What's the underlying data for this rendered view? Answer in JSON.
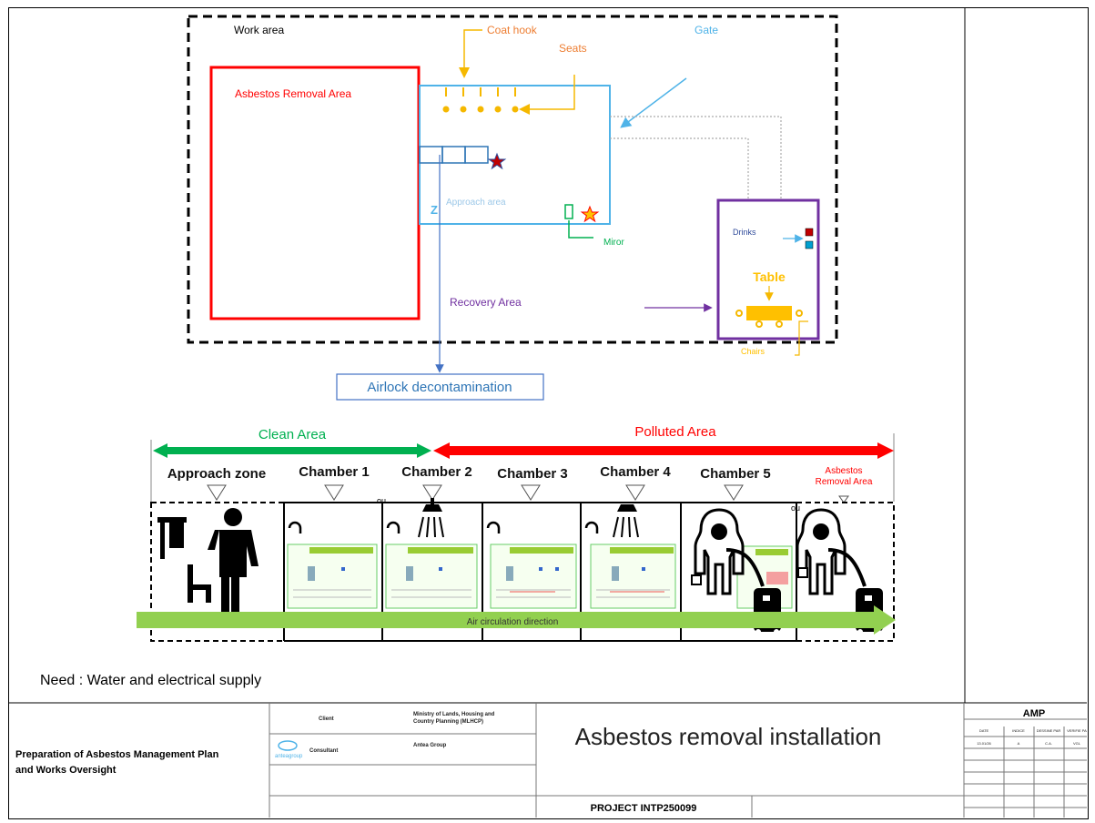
{
  "plan": {
    "work_area_label": "Work area",
    "coat_hook_label": "Coat hook",
    "seats_label": "Seats",
    "gate_label": "Gate",
    "removal_area_label": "Asbestos Removal Area",
    "approach_area_label": "Approach area",
    "z_label": "Z",
    "mirror_label": "Miror",
    "drinks_label": "Drinks",
    "table_label": "Table",
    "chairs_label": "Chairs",
    "recovery_area_label": "Recovery Area",
    "airlock_label": "Airlock decontamination"
  },
  "airlock": {
    "clean_area_label": "Clean Area",
    "polluted_area_label": "Polluted Area",
    "zones": [
      {
        "label": "Approach zone"
      },
      {
        "label": "Chamber 1"
      },
      {
        "label": "Chamber 2"
      },
      {
        "label": "Chamber 3"
      },
      {
        "label": "Chamber 4"
      },
      {
        "label": "Chamber 5"
      }
    ],
    "removal_area_label_line1": "Asbestos",
    "removal_area_label_line2": "Removal Area",
    "ou_label": "ou",
    "air_direction_label": "Air circulation direction"
  },
  "need_text": "Need  : Water and electrical supply",
  "title_block": {
    "project_name_line1": "Preparation of Asbestos Management Plan",
    "project_name_line2": "and Works Oversight",
    "client_label": "Client",
    "client_name_line1": "Ministry of Lands, Housing and",
    "client_name_line2": "Country Planning (MLHCP)",
    "consultant_label": "Consultant",
    "consultant_name": "Antea Group",
    "logo_text": "anteagroup",
    "drawing_title": "Asbestos removal installation",
    "project_code": "PROJECT INTP250099",
    "amp_label": "AMP",
    "rev_headers": [
      "DATE",
      "INDICE",
      "DESSINE PAR",
      "VERIFIE PA"
    ],
    "rev_row": [
      "13.01/26",
      "A",
      "C.A.",
      "VGL"
    ]
  },
  "colors": {
    "removal_red": "#ff0000",
    "approach_blue": "#4fb3e8",
    "recovery_purple": "#7030a0",
    "clean_green": "#00b050",
    "polluted_red": "#ff0000",
    "hook_gold": "#f5b800",
    "seat_orange": "#ed7d31",
    "air_green": "#92d050",
    "mirror_green": "#00b050",
    "airlock_blue": "#4472c4"
  }
}
